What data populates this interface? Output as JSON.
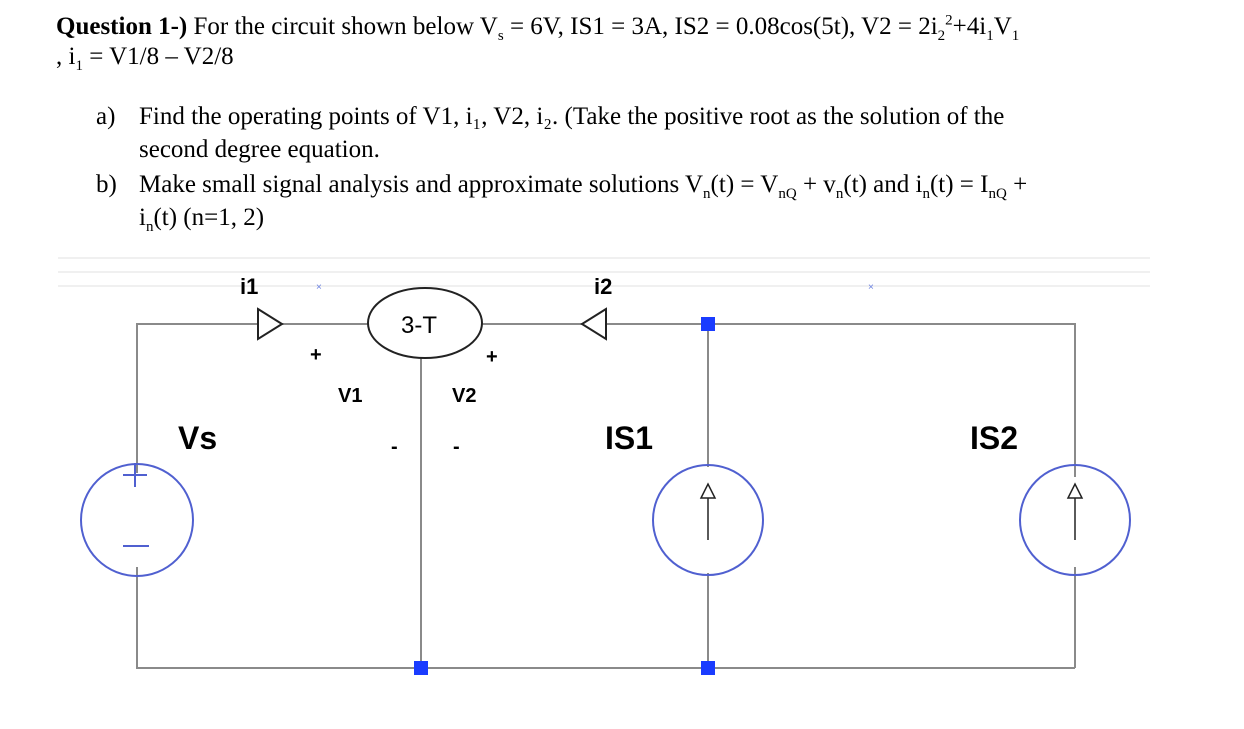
{
  "question": {
    "label": "Question 1-)",
    "intro": " For the circuit shown below V",
    "vs_sub": "s",
    "vs_rest": " = 6V, IS1 = 3A, IS2 = 0.08cos(5t), V2 = 2i",
    "i2_sub": "2",
    "sq_sup": "2",
    "rest1": "+4i",
    "i1_sub": "1",
    "v1_rest": "V",
    "v1_sub": "1",
    "line2_start": ", i",
    "line2_sub": "1",
    "line2_rest": " = V1/8 – V2/8"
  },
  "parts": [
    {
      "letter": "a)",
      "line1": "Find the operating points of V1, i₁, V2, i₂. (Take the positive root as the solution of the",
      "line2": "second degree equation."
    },
    {
      "letter": "b)",
      "line1a": "Make small signal analysis and approximate solutions V",
      "n1": "n",
      "line1b": "(t) = V",
      "nq1": "nQ",
      "line1c": " + v",
      "n2": "n",
      "line1d": "(t) and i",
      "n3": "n",
      "line1e": "(t) = I",
      "nq2": "nQ",
      "line1f": " +",
      "line2a": "i",
      "n4": "n",
      "line2b": "(t) (n=1, 2)"
    }
  ],
  "circuit": {
    "labels": {
      "i1": "i1",
      "i2": "i2",
      "element": "3-T",
      "v1": "V1",
      "v2": "V2",
      "vs": "Vs",
      "is1": "IS1",
      "is2": "IS2",
      "plus": "+",
      "minus": "-",
      "src_plus": "+",
      "src_minus": "—"
    },
    "colors": {
      "wire": "#8a8a8a",
      "source": "#5060d0",
      "node": "#1a3cff",
      "grid": "#dcdcdc"
    }
  }
}
